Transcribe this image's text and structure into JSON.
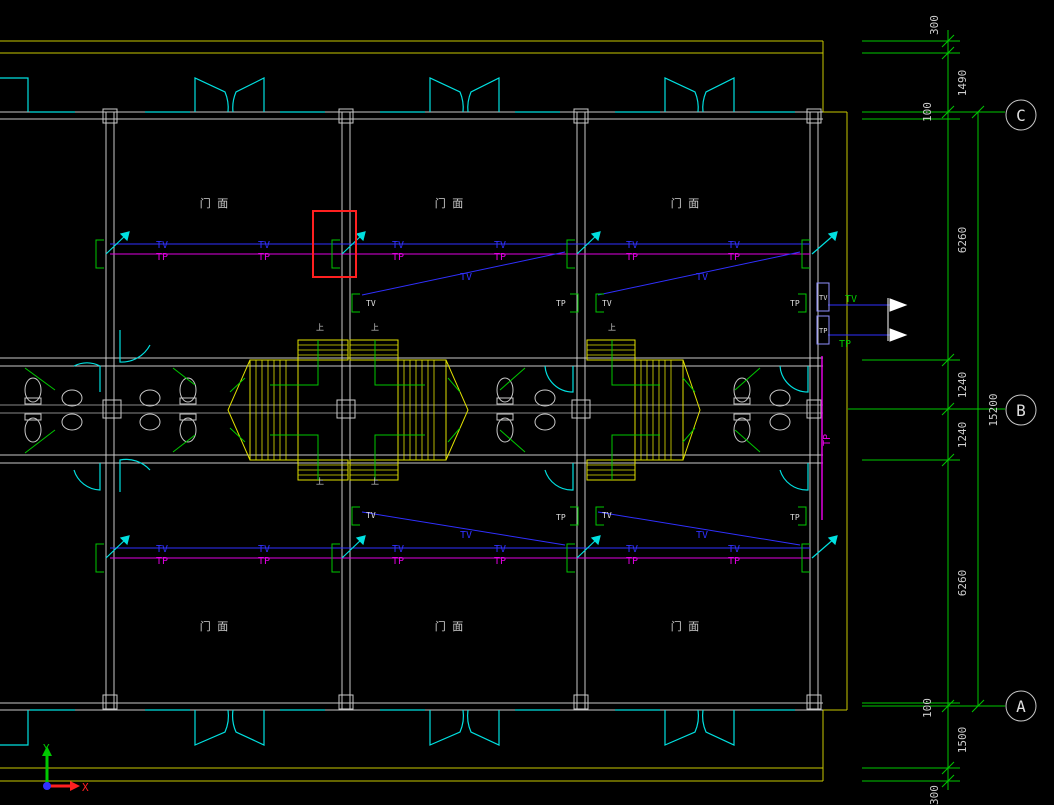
{
  "colors": {
    "background": "#000000",
    "wall": "#c8c8c8",
    "outline": "#c8c800",
    "door": "#00e0e0",
    "dimension": "#00c800",
    "tv_line": "#3030ff",
    "tp_line": "#e000e0",
    "stair": "#e0e000",
    "highlight": "#ff2020"
  },
  "grid_labels": {
    "c": "C",
    "b": "B",
    "a": "A"
  },
  "dimensions": {
    "top_300": "300",
    "d1490": "1490",
    "top_100": "100",
    "d6260_upper": "6260",
    "d1240_upper": "1240",
    "total": "15200",
    "d1240_lower": "1240",
    "d6260_lower": "6260",
    "bottom_100": "100",
    "d1500": "1500",
    "bottom_300": "300"
  },
  "room_labels": [
    "门 面",
    "门 面",
    "门 面",
    "门 面",
    "门 面",
    "门 面"
  ],
  "cable_labels": {
    "tv": "TV",
    "tp": "TP"
  },
  "outlet_labels": {
    "tv": "TV",
    "tp": "TP"
  },
  "stair_label": "上",
  "ucs": {
    "x": "X",
    "y": "Y"
  }
}
